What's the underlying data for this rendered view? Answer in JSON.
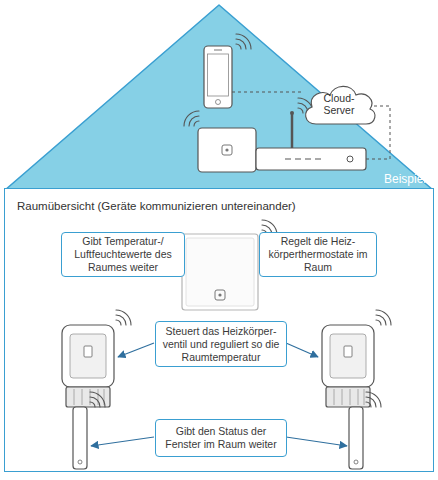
{
  "diagram": {
    "nodes": [
      {
        "text": [
          "Beispiel"
        ]
      },
      {
        "text": [
          "Cloud- Server"
        ],
        "in": 0
      },
      {
        "text": [
          "Raumübersicht (Geräte kommunizieren untereinander)"
        ]
      },
      {
        "text": [
          "Gibt Temperatur-/ Luftfeuchtewerte des Raumes weiter"
        ],
        "in": 2
      },
      {
        "text": [
          "Regelt die Heiz- körperthermostate im Raum"
        ],
        "in": 2
      },
      {
        "text": [
          "Steuert das Heizkörper- ventil und reguliert so die Raumtemperatur"
        ],
        "in": 2
      },
      {
        "text": [
          "Gibt den Status der Fenster im Raum weiter"
        ],
        "in": 2
      }
    ]
  }
}
